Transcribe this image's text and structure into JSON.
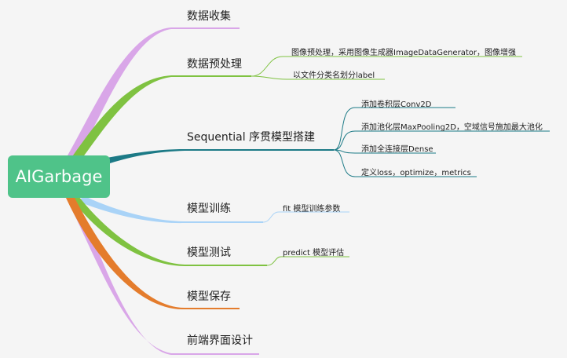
{
  "root": {
    "label": "AIGarbage",
    "color": "#4fc389"
  },
  "branches": [
    {
      "id": "collect",
      "label": "数据收集",
      "color": "#d9a6e8",
      "children": []
    },
    {
      "id": "preprocess",
      "label": "数据预处理",
      "color": "#7fc241",
      "children": [
        "图像预处理，采用图像生成器ImageDataGenerator，图像增强",
        "以文件分类名划分label"
      ]
    },
    {
      "id": "sequential",
      "label": "Sequential 序贯模型搭建",
      "color": "#1c7a86",
      "children": [
        "添加卷积层Conv2D",
        "添加池化层MaxPooling2D，空域信号施加最大池化",
        "添加全连接层Dense",
        "定义loss，optimize，metrics"
      ]
    },
    {
      "id": "train",
      "label": "模型训练",
      "color": "#a9d3f7",
      "children": [
        "fit 模型训练参数"
      ]
    },
    {
      "id": "test",
      "label": "模型测试",
      "color": "#7fc241",
      "children": [
        "predict 模型评估"
      ]
    },
    {
      "id": "save",
      "label": "模型保存",
      "color": "#e47c2c",
      "children": []
    },
    {
      "id": "frontend",
      "label": "前端界面设计",
      "color": "#d9a6e8",
      "children": []
    }
  ]
}
